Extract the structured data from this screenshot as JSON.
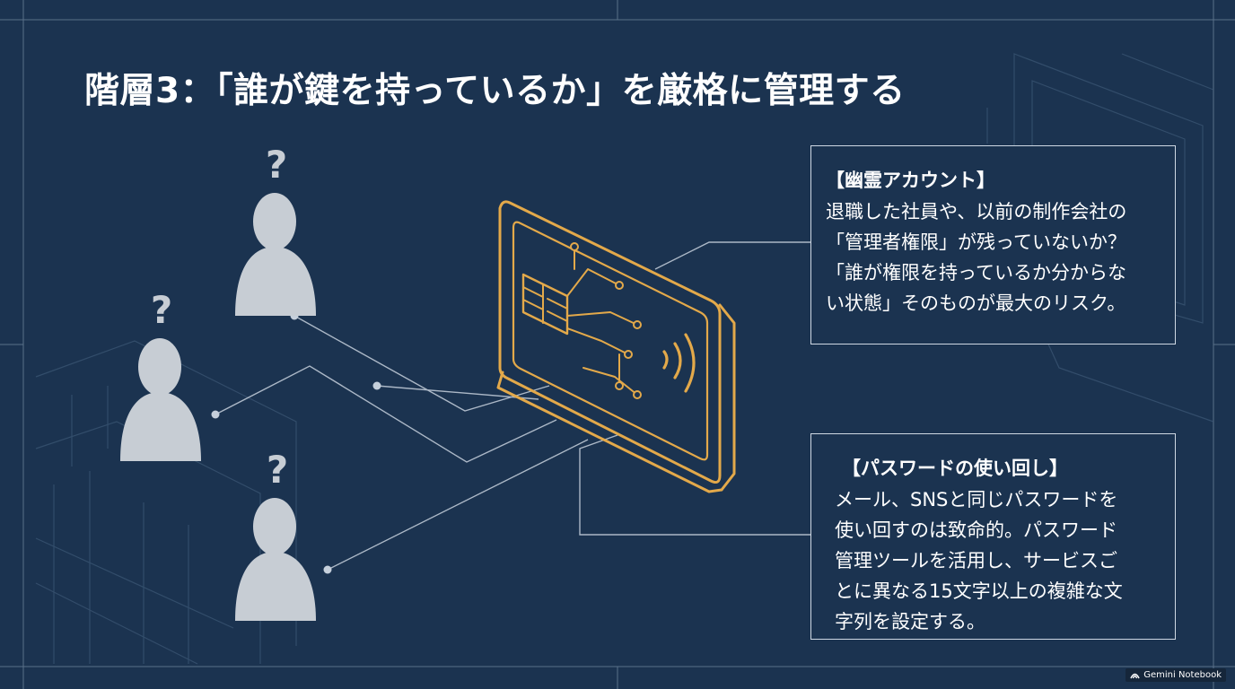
{
  "title": "階層3：「誰が鍵を持っているか」を厳格に管理する",
  "users": [
    {
      "question": "?"
    },
    {
      "question": "?"
    },
    {
      "question": "?"
    }
  ],
  "boxes": {
    "ghost": {
      "heading": "【幽霊アカウント】",
      "lines": [
        "退職した社員や、以前の制作会社の",
        "「管理者権限」が残っていないか？",
        "「誰が権限を持っているか分からな",
        "い状態」そのものが最大のリスク。"
      ]
    },
    "password": {
      "heading": "【パスワードの使い回し】",
      "lines": [
        "メール、SNSと同じパスワードを",
        "使い回すのは致命的。パスワード",
        "管理ツールを活用し、サービスご",
        "とに異なる15文字以上の複雑な文",
        "字列を設定する。"
      ]
    }
  },
  "badge": {
    "label": "Gemini Notebook",
    "icon": "notebook-logo-icon"
  },
  "colors": {
    "background": "#1b3350",
    "card_outline": "#e3a94a",
    "person": "#c7cdd4",
    "line": "#c6d0dc",
    "text": "#ffffff"
  }
}
